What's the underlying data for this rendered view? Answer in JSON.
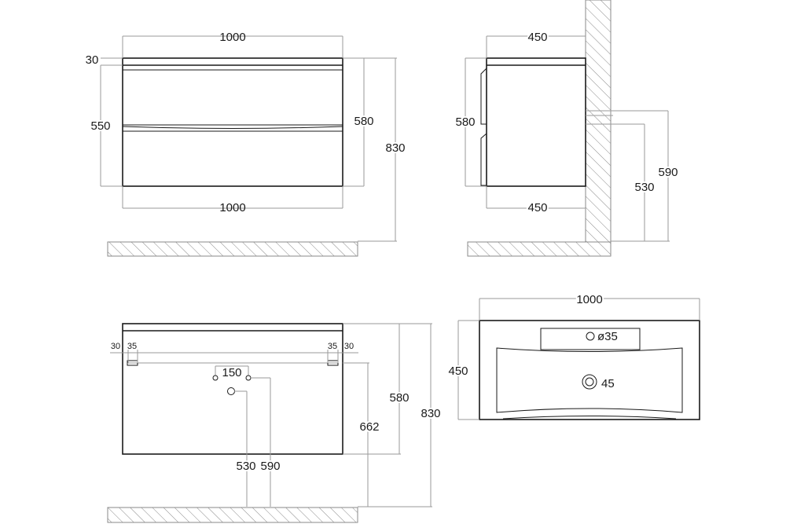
{
  "front_view": {
    "width_top": "1000",
    "width_bottom": "1000",
    "top_thickness": "30",
    "body_height": "550",
    "height_580": "580",
    "height_830": "830"
  },
  "side_view": {
    "depth_top": "450",
    "depth_bottom": "450",
    "height_580": "580",
    "pipe_530": "530",
    "pipe_590": "590"
  },
  "rear_view": {
    "left_offset_30": "30",
    "left_offset_35": "35",
    "right_offset_35": "35",
    "right_offset_30": "30",
    "hole_spacing": "150",
    "height_530": "530",
    "height_590": "590",
    "height_662": "662",
    "height_580": "580",
    "height_830": "830"
  },
  "top_view": {
    "width": "1000",
    "depth": "450",
    "tap_hole": "ø35",
    "drain": "45"
  }
}
